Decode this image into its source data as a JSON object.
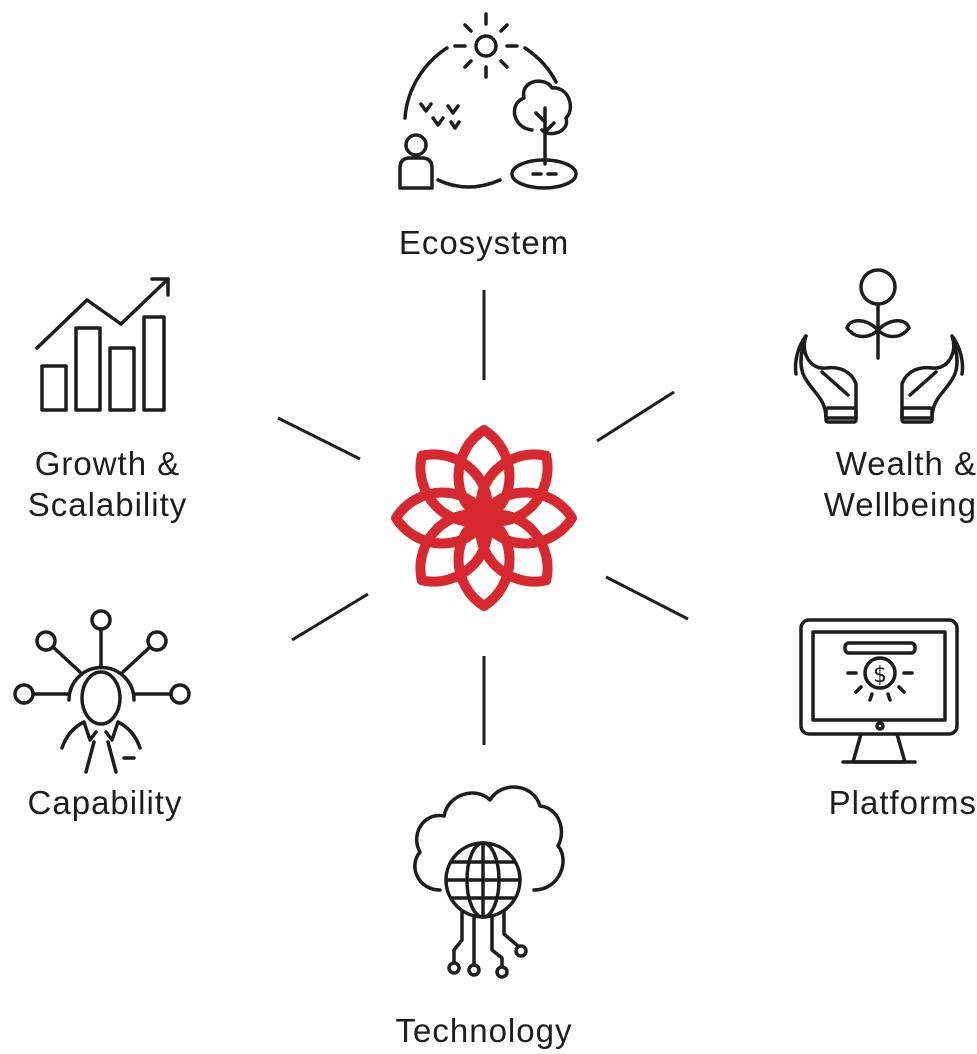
{
  "diagram": {
    "center": {
      "icon": "red-flower-logo-icon",
      "color": "#d7282f"
    },
    "stroke_color": "#1d1d1b",
    "nodes": [
      {
        "id": "ecosystem",
        "icon": "ecosystem-icon",
        "label": "Ecosystem"
      },
      {
        "id": "wealth",
        "icon": "hands-plant-icon",
        "label_lines": [
          "Wealth &",
          "Wellbeing"
        ]
      },
      {
        "id": "platforms",
        "icon": "monitor-dollar-icon",
        "label": "Platforms"
      },
      {
        "id": "technology",
        "icon": "cloud-globe-icon",
        "label": "Technology"
      },
      {
        "id": "capability",
        "icon": "person-network-icon",
        "label": "Capability"
      },
      {
        "id": "growth",
        "icon": "growth-chart-icon",
        "label_lines": [
          "Growth &",
          "Scalability"
        ]
      }
    ]
  }
}
